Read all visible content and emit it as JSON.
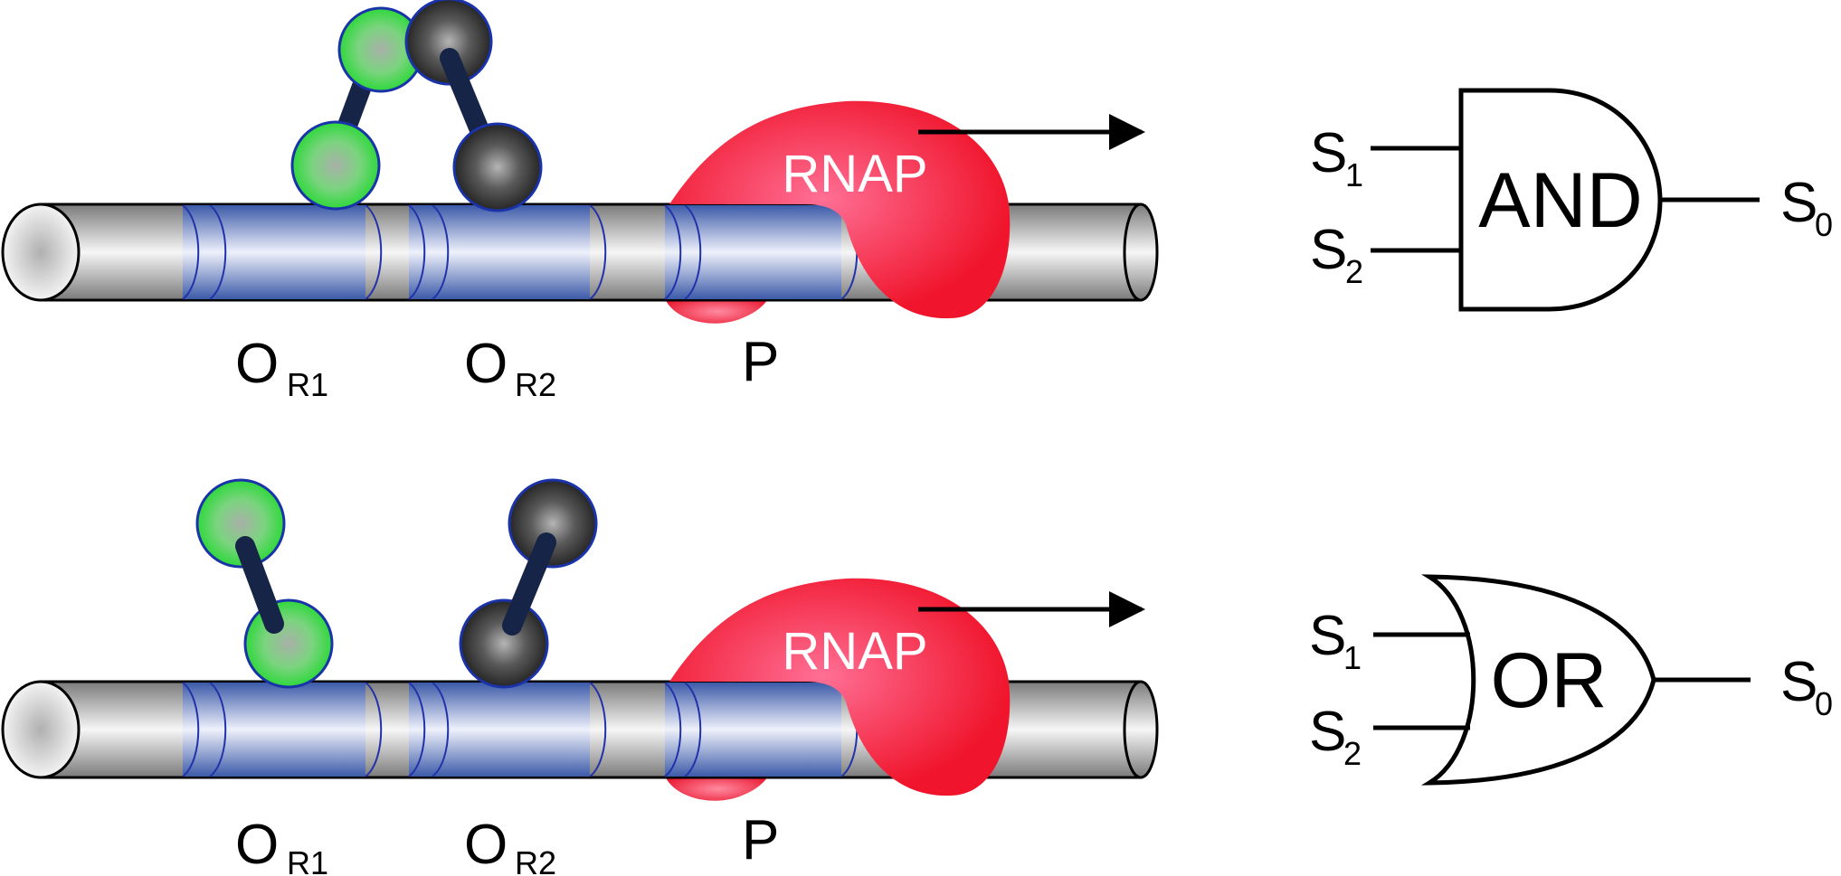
{
  "panels": [
    {
      "id": "top",
      "operators": [
        {
          "main": "O",
          "sub": "R1"
        },
        {
          "main": "O",
          "sub": "R2"
        }
      ],
      "promoter_label": "P",
      "polymerase_label": "RNAP",
      "gate": {
        "type": "AND",
        "label": "AND",
        "input1": {
          "main": "S",
          "sub": "1"
        },
        "input2": {
          "main": "S",
          "sub": "2"
        },
        "output": {
          "main": "S",
          "sub": "0"
        }
      }
    },
    {
      "id": "bottom",
      "operators": [
        {
          "main": "O",
          "sub": "R1"
        },
        {
          "main": "O",
          "sub": "R2"
        }
      ],
      "promoter_label": "P",
      "polymerase_label": "RNAP",
      "gate": {
        "type": "OR",
        "label": "OR",
        "input1": {
          "main": "S",
          "sub": "1"
        },
        "input2": {
          "main": "S",
          "sub": "2"
        },
        "output": {
          "main": "S",
          "sub": "0"
        }
      }
    }
  ],
  "colors": {
    "green_repressor": "#3fd34a",
    "gray_repressor": "#333333",
    "linker": "#162447",
    "rnap": "#f0203a",
    "operator_band": "#4a68b0",
    "dna": "#b8b8b8"
  }
}
